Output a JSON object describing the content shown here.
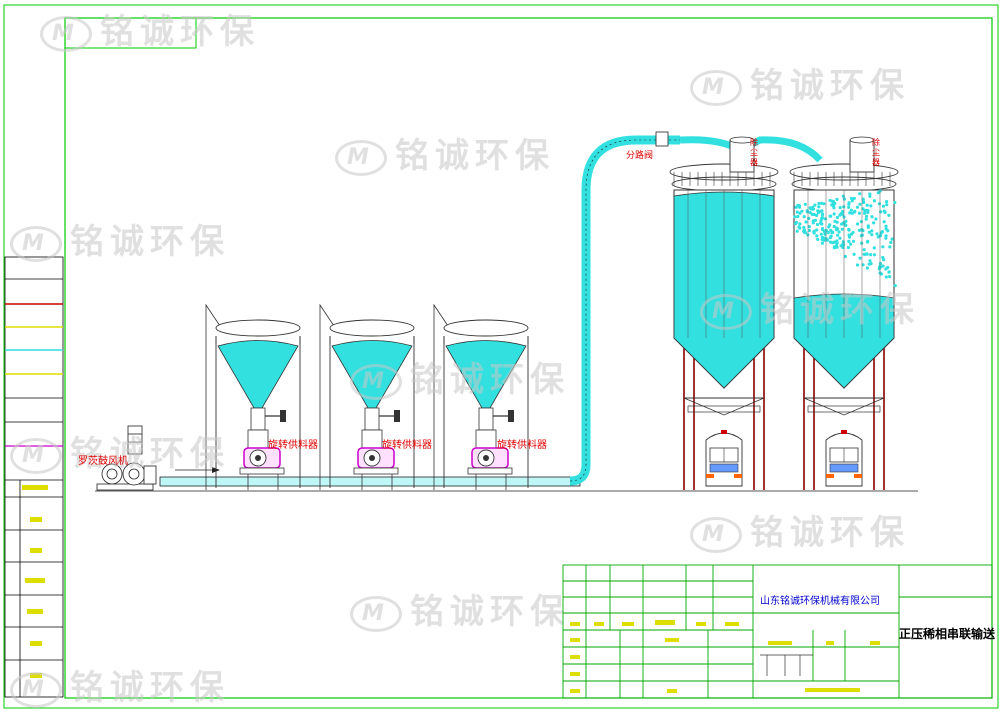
{
  "watermark": {
    "brand": "铭诚环保",
    "logo_letter": "M"
  },
  "labels": {
    "blower": "罗茨鼓风机",
    "feeder1": "旋转供料器",
    "feeder2": "旋转供料器",
    "feeder3": "旋转供料器",
    "diverter": "分路阀",
    "dust1": "除尘器",
    "dust2": "除尘器"
  },
  "title_block": {
    "company": "山东铭诚环保机械有限公司",
    "drawing_title": "正压稀相串联输送"
  },
  "colors": {
    "frame": "#00cc00",
    "material": "#33e0e0",
    "pipe": "#33e0e0",
    "label": "#e00000",
    "feeder": "#cc00cc",
    "structure": "#8b0000"
  }
}
